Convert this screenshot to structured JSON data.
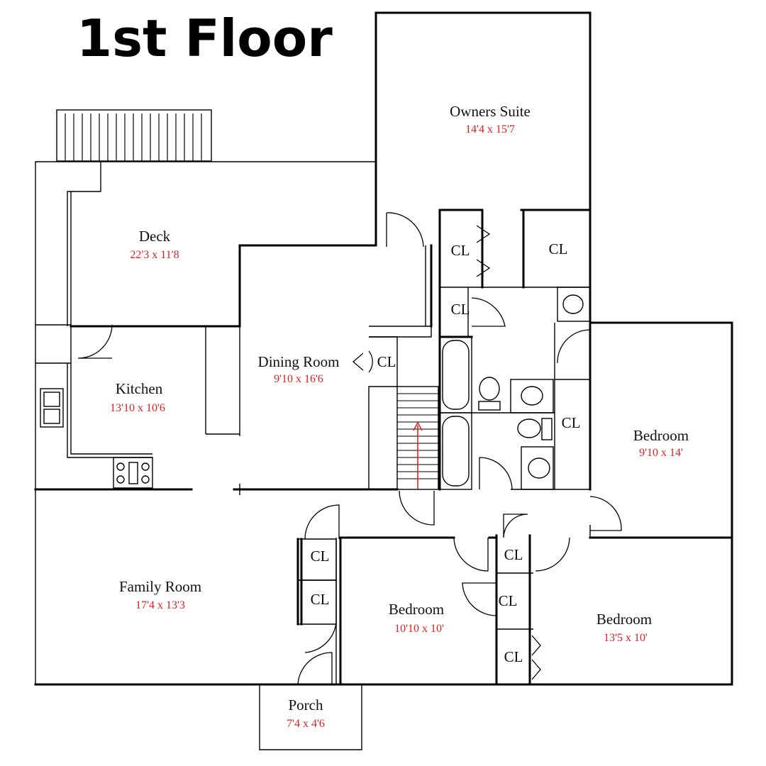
{
  "page_title": "1st Floor",
  "colors": {
    "dimension_text": "#e02020",
    "wall": "#000000",
    "stair_arrow": "#e02020"
  },
  "rooms": {
    "owners_suite": {
      "name": "Owners Suite",
      "dims": "14'4 x 15'7"
    },
    "deck": {
      "name": "Deck",
      "dims": "22'3 x 11'8"
    },
    "dining_room": {
      "name": "Dining Room",
      "dims": "9'10 x 16'6"
    },
    "kitchen": {
      "name": "Kitchen",
      "dims": "13'10 x 10'6"
    },
    "bedroom_east": {
      "name": "Bedroom",
      "dims": "9'10 x 14'"
    },
    "family_room": {
      "name": "Family Room",
      "dims": "17'4 x 13'3"
    },
    "bedroom_center": {
      "name": "Bedroom",
      "dims": "10'10 x 10'"
    },
    "bedroom_south": {
      "name": "Bedroom",
      "dims": "13'5 x 10'"
    },
    "porch": {
      "name": "Porch",
      "dims": "7'4 x 4'6"
    }
  },
  "closets": {
    "owners_cl_left": "CL",
    "owners_cl_right": "CL",
    "bath_cl": "CL",
    "dining_cl": "CL",
    "bath_cl_2": "CL",
    "family_cl_1": "CL",
    "family_cl_2": "CL",
    "hall_cl": "CL",
    "bedroom_cl_1": "CL",
    "bedroom_cl_2": "CL"
  }
}
